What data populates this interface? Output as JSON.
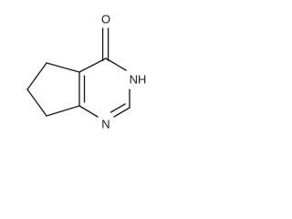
{
  "molecule": {
    "atoms": {
      "oxygen": "O",
      "nh": "NH",
      "n": "N"
    }
  }
}
